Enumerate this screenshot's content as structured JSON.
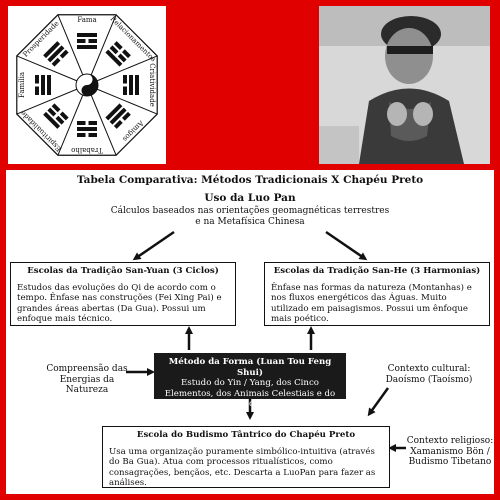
{
  "bagua": {
    "labels": [
      "Fama",
      "Relacionamentos",
      "Criatividade",
      "Amigos",
      "Trabalho",
      "Espiritualidade",
      "Família",
      "Prosperidade"
    ],
    "trigrams": [
      [
        1,
        0,
        1
      ],
      [
        0,
        0,
        1
      ],
      [
        1,
        1,
        0
      ],
      [
        0,
        1,
        1
      ],
      [
        0,
        1,
        0
      ],
      [
        1,
        0,
        0
      ],
      [
        0,
        1,
        1
      ],
      [
        1,
        1,
        0
      ]
    ]
  },
  "photo": {
    "description_icon": "portrait-photo"
  },
  "diagram": {
    "title": "Tabela Comparativa: Métodos Tradicionais X Chapéu Preto",
    "luo_pan": {
      "heading": "Uso da Luo Pan",
      "text_lines": [
        "Cálculos baseados nas orientações geomagnéticas terrestres",
        "e na Metafísica Chinesa"
      ]
    },
    "san_yuan": {
      "heading": "Escolas da Tradição San-Yuan (3 Ciclos)",
      "body": "Estudos das evoluções do Qi de acordo com o tempo. Ênfase nas construções (Fei Xing Pai) e grandes áreas abertas (Da Gua). Possui um enfoque mais técnico."
    },
    "san_he": {
      "heading": "Escolas da Tradição San-He (3 Harmonias)",
      "body": "Ênfase nas formas da natureza (Montanhas) e nos fluxos energéticos das Águas. Muito utilizado em paisagismos. Possui um ênfoque mais poético."
    },
    "metodo_forma": {
      "heading": "Método da Forma (Luan Tou Feng Shui)",
      "body": "Estudo do Yin / Yang, dos Cinco Elementos, dos Animais Celestiais e do fluxo do Qi."
    },
    "left_note": "Compreensão das Energias da Natureza",
    "right_note": "Contexto cultural: Daoísmo (Taoísmo)",
    "chapeu_preto": {
      "heading": "Escola do Budismo Tântrico do Chapéu Preto",
      "body": "Usa uma organização puramente simbólico-intuitiva (através do Ba Gua). Atua com processos ritualísticos, como consagrações, bençãos, etc. Descarta a LuoPan para fazer as análises."
    },
    "religious_note": "Contexto religioso: Xamanismo Bön / Budismo Tibetano",
    "colors": {
      "background": "#e10000",
      "dark_box": "#1a1a1a"
    }
  }
}
